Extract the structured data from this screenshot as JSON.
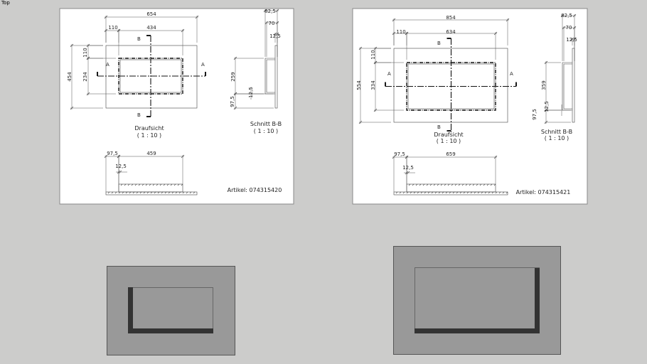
{
  "viewport": {
    "view_name": "Top"
  },
  "sheets": [
    {
      "article": "Artikel: 074315420",
      "plan_title": "Draufsicht",
      "plan_scale": "( 1 : 10 )",
      "section_title": "Schnitt B-B",
      "section_scale": "( 1 : 10 )",
      "section_marker_a": "A",
      "section_marker_b": "B",
      "dims": {
        "overall_width": "654",
        "margin_left": "110",
        "inner_width": "434",
        "overall_height": "454",
        "margin_top": "110",
        "inner_height": "234",
        "sec_depth": "82,5",
        "sec_frame": "70",
        "sec_plate": "12,5",
        "sec_height": "259",
        "sec_bottom": "97,5",
        "sec_thk": "12,5",
        "bot_offset": "97,5",
        "bot_width": "459",
        "bot_thk": "12,5"
      }
    },
    {
      "article": "Artikel: 074315421",
      "plan_title": "Draufsicht",
      "plan_scale": "( 1 : 10 )",
      "section_title": "Schnitt B-B",
      "section_scale": "( 1 : 10 )",
      "section_marker_a": "A",
      "section_marker_b": "B",
      "dims": {
        "overall_width": "854",
        "margin_left": "110",
        "inner_width": "634",
        "overall_height": "554",
        "margin_top": "110",
        "inner_height": "334",
        "sec_depth": "82,5",
        "sec_frame": "70",
        "sec_plate": "12,5",
        "sec_height": "359",
        "sec_bottom": "97,5",
        "sec_thk": "12,5",
        "bot_offset": "97,5",
        "bot_width": "659",
        "bot_thk": "12,5"
      }
    }
  ],
  "colors": {
    "background": "#cccccb",
    "face": "#999999",
    "shadow": "#333333",
    "sheet": "#ffffff"
  }
}
